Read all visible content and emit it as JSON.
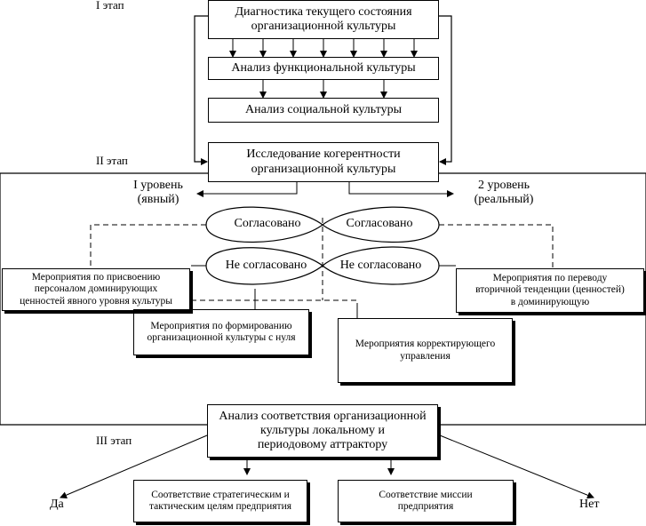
{
  "stages": {
    "stage1": "I этап",
    "stage2": "II этап",
    "stage3": "III этап"
  },
  "boxes": {
    "diagnostics": [
      "Диагностика текущего состояния",
      "организационной культуры"
    ],
    "functional": "Анализ функциональной культуры",
    "social": "Анализ социальной культуры",
    "coherence": [
      "Исследование когерентности",
      "организационной культуры"
    ],
    "assign_values": [
      "Мероприятия по присвоению",
      "персоналом доминирующих",
      "ценностей явного уровня культуры"
    ],
    "secondary_tendency": [
      "Мероприятия по переводу",
      "вторичной тенденции (ценностей)",
      "в доминирующую"
    ],
    "form_from_scratch": [
      "Мероприятия по формированию",
      "организационной культуры с нуля"
    ],
    "corrective": [
      "Мероприятия корректирующего",
      "управления"
    ],
    "attractor": [
      "Анализ соответствия организационной",
      "культуры локальному и",
      "периодовому аттрактору"
    ],
    "strategic": [
      "Соответствие стратегическим и",
      "тактическим целям предприятия"
    ],
    "mission": [
      "Соответствие миссии",
      "предприятия"
    ]
  },
  "levels": {
    "level1": [
      "I уровень",
      "(явный)"
    ],
    "level2": [
      "2 уровень",
      "(реальный)"
    ]
  },
  "loops": {
    "top_left": "Согласовано",
    "top_right": "Согласовано",
    "bottom_left": "Не согласовано",
    "bottom_right": "Не согласовано"
  },
  "outcomes": {
    "yes": "Да",
    "no": "Нет"
  }
}
